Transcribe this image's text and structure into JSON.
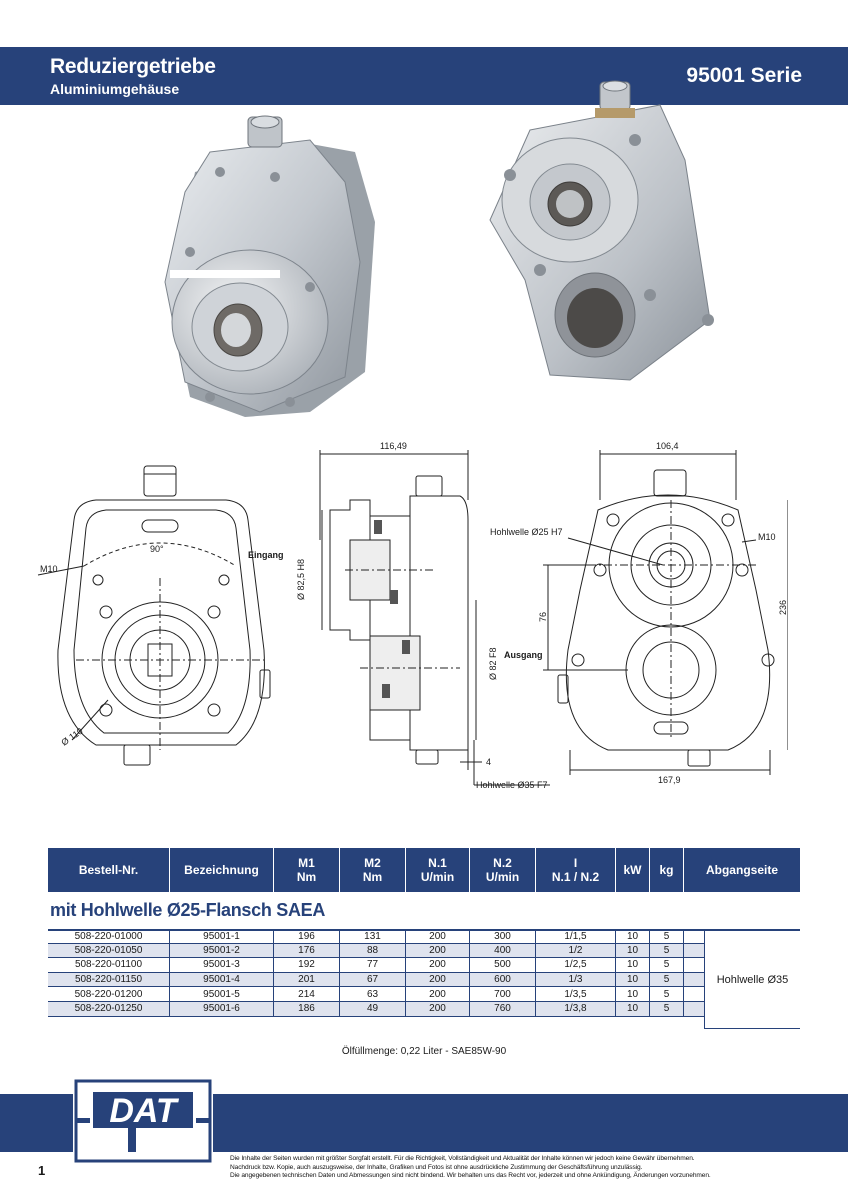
{
  "header": {
    "title": "Reduziergetriebe",
    "subtitle": "Aluminiumgehäuse",
    "series": "95001 Serie"
  },
  "drawing": {
    "front": {
      "label_m10": "M10",
      "label_angle": "90°",
      "label_eingang": "Eingang",
      "label_d110": "Ø 110"
    },
    "side": {
      "width_top": "116,49",
      "label_d825": "Ø 82,5 H8",
      "label_d82f8": "Ø 82 F8",
      "label_ausgang": "Ausgang",
      "label_4": "4",
      "label_hohlwelle35": "Hohlwelle  Ø35 F7"
    },
    "rear": {
      "width_top": "106,4",
      "label_hohlwelle25": "Hohlwelle  Ø25 H7",
      "label_m10": "M10",
      "label_76": "76",
      "label_236": "236",
      "width_bottom": "167,9"
    }
  },
  "table": {
    "columns": [
      {
        "line1": "Bestell-Nr.",
        "line2": ""
      },
      {
        "line1": "Bezeichnung",
        "line2": ""
      },
      {
        "line1": "M1",
        "line2": "Nm"
      },
      {
        "line1": "M2",
        "line2": "Nm"
      },
      {
        "line1": "N.1",
        "line2": "U/min"
      },
      {
        "line1": "N.2",
        "line2": "U/min"
      },
      {
        "line1": "I",
        "line2": "N.1 / N.2"
      },
      {
        "line1": "kW",
        "line2": ""
      },
      {
        "line1": "kg",
        "line2": ""
      },
      {
        "line1": "Abgangseite",
        "line2": ""
      }
    ],
    "section_title": "mit Hohlwelle  Ø25-Flansch SAEA",
    "rows": [
      [
        "508-220-01000",
        "95001-1",
        "196",
        "131",
        "200",
        "300",
        "1/1,5",
        "10",
        "5"
      ],
      [
        "508-220-01050",
        "95001-2",
        "176",
        "88",
        "200",
        "400",
        "1/2",
        "10",
        "5"
      ],
      [
        "508-220-01100",
        "95001-3",
        "192",
        "77",
        "200",
        "500",
        "1/2,5",
        "10",
        "5"
      ],
      [
        "508-220-01150",
        "95001-4",
        "201",
        "67",
        "200",
        "600",
        "1/3",
        "10",
        "5"
      ],
      [
        "508-220-01200",
        "95001-5",
        "214",
        "63",
        "200",
        "700",
        "1/3,5",
        "10",
        "5"
      ],
      [
        "508-220-01250",
        "95001-6",
        "186",
        "49",
        "200",
        "760",
        "1/3,8",
        "10",
        "5"
      ]
    ],
    "abgangseite": "Hohlwelle Ø35",
    "oel": "Ölfüllmenge:  0,22 Liter - SAE85W-90"
  },
  "footer": {
    "logo_text": "DAT",
    "page": "1",
    "disclaimer": [
      "Die Inhalte der  Seiten wurden mit größter Sorgfalt erstellt.  Für die Richtigkeit, Vollständigkeit   und Aktualität  der Inhalte können  wir jedoch keine Gewähr übernehmen.",
      "Nachdruck bzw. Kopie, auch auszugsweise, der Inhalte,  Grafiken und Fotos ist  ohne ausdrückliche Zustimmung  der Geschäftsführung  unzulässig.",
      "Die angegebenen  technischen Daten und Abmessungen sind nicht  bindend. Wir  behalten  uns das Recht  vor, jederzeit  und ohne Ankündigung,   Änderungen vorzunehmen."
    ]
  }
}
